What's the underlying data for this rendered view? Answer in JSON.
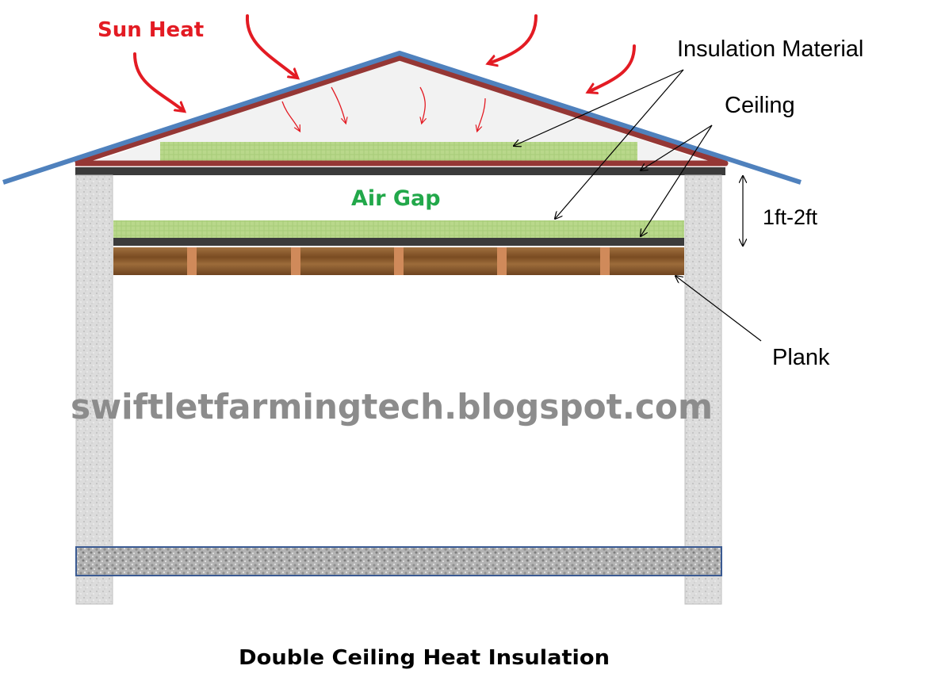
{
  "labels": {
    "sun_heat": "Sun Heat",
    "insulation_material": "Insulation Material",
    "ceiling": "Ceiling",
    "air_gap": "Air Gap",
    "gap_size": "1ft-2ft",
    "plank": "Plank",
    "watermark": "swiftletfarmingtech.blogspot.com",
    "caption": "Double Ceiling Heat Insulation"
  },
  "colors": {
    "roof": "#4f81bd",
    "roof_inner": "#953735",
    "sun_heat": "#e31b23",
    "air_gap_text": "#22a84a",
    "insulation": "#b9d88b",
    "ceiling_board": "#3b3b3b",
    "plank": "#8b5a2b",
    "wall": "#d9d9d9",
    "watermark": "#8c8c8c"
  },
  "icons": [
    "heat-arrow-icon",
    "double-arrow-icon",
    "pointer-arrow-icon"
  ]
}
